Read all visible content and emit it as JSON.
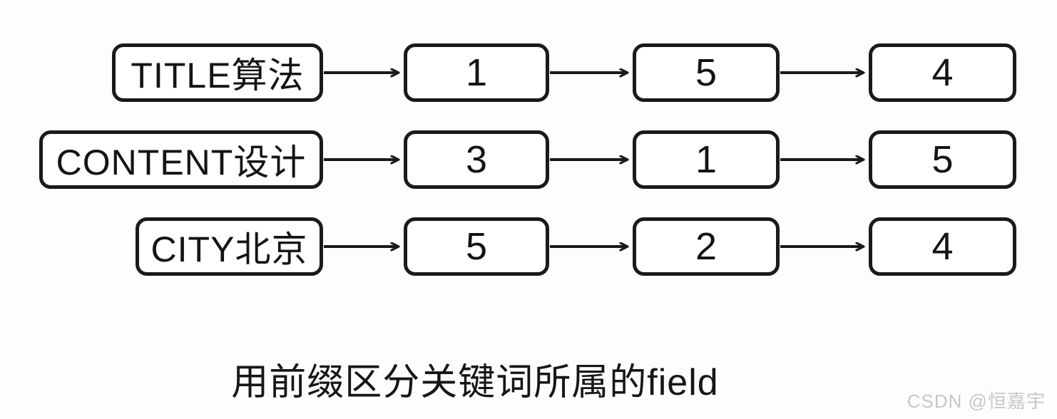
{
  "diagram": {
    "caption": "用前缀区分关键词所属的field",
    "rows": [
      {
        "label": "TITLE算法",
        "values": [
          "1",
          "5",
          "4"
        ]
      },
      {
        "label": "CONTENT设计",
        "values": [
          "3",
          "1",
          "5"
        ]
      },
      {
        "label": "CITY北京",
        "values": [
          "5",
          "2",
          "4"
        ]
      }
    ]
  },
  "watermark": "CSDN @恒嘉宇",
  "colors": {
    "background": "#fdfdfd",
    "box_fill": "#ffffff",
    "box_border": "#1a1a1a",
    "text": "#141414",
    "watermark_text": "#c7c7c7"
  }
}
